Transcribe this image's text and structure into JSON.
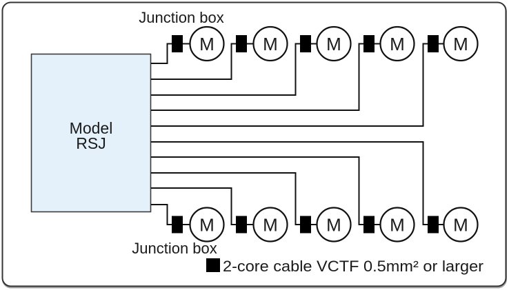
{
  "rsj": {
    "line1": "Model",
    "line2": "RSJ"
  },
  "labels": {
    "junction_box_top": "Junction box",
    "junction_box_bottom": "Junction box"
  },
  "legend": {
    "text": "2-core cable VCTF 0.5mm² or larger"
  },
  "motor": {
    "label": "M"
  },
  "diagram": {
    "rows": 2,
    "motors_per_row": 5,
    "junction_boxes_per_row": 5,
    "cables_total": 10
  },
  "colors": {
    "background": "#ffffff",
    "frame_border": "#333333",
    "cable_line": "#111111",
    "rsj_fill": "#e4f1fb",
    "rsj_border": "#3a3a3a",
    "junction_box_fill": "#000000",
    "text": "#1a1a1a"
  }
}
